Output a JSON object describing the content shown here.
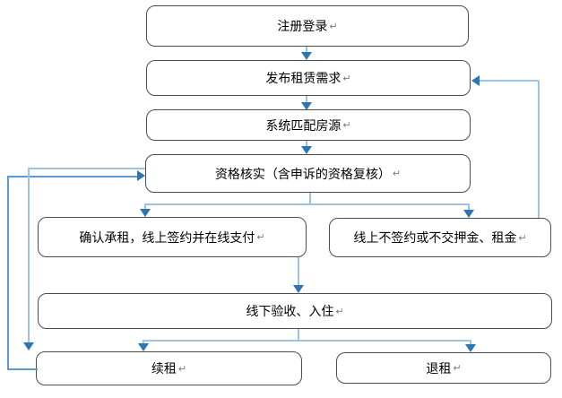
{
  "diagram": {
    "type": "flowchart",
    "subject": "rental-platform-process",
    "paragraph_mark": "↵",
    "colors": {
      "box_border": "#4d4d4d",
      "connector_light": "#9cc2e5",
      "connector_medium": "#5b9bd5",
      "arrowhead": "#2e75b6"
    },
    "nodes": [
      {
        "id": "register",
        "label": "注册登录"
      },
      {
        "id": "publish",
        "label": "发布租赁需求"
      },
      {
        "id": "match",
        "label": "系统匹配房源"
      },
      {
        "id": "verify",
        "label": "资格核实（含申诉的资格复核）"
      },
      {
        "id": "confirm",
        "label": "确认承租，线上签约并在线支付"
      },
      {
        "id": "nosign",
        "label": "线上不签约或不交押金、租金"
      },
      {
        "id": "checkin",
        "label": "线下验收、入住"
      },
      {
        "id": "renew",
        "label": "续租"
      },
      {
        "id": "quit",
        "label": "退租"
      }
    ],
    "edges": [
      {
        "from": "register",
        "to": "publish"
      },
      {
        "from": "publish",
        "to": "match"
      },
      {
        "from": "match",
        "to": "verify"
      },
      {
        "from": "verify",
        "to": "confirm"
      },
      {
        "from": "verify",
        "to": "nosign"
      },
      {
        "from": "confirm",
        "to": "checkin"
      },
      {
        "from": "checkin",
        "to": "renew"
      },
      {
        "from": "checkin",
        "to": "quit"
      },
      {
        "from": "nosign",
        "to": "publish",
        "kind": "feedback-right"
      },
      {
        "from": "renew",
        "to": "verify",
        "kind": "feedback-left"
      },
      {
        "from": "verify",
        "to": "renew",
        "kind": "feedback-left"
      }
    ]
  }
}
